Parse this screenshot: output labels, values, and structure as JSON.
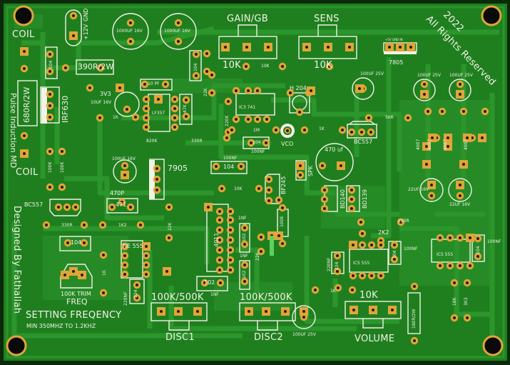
{
  "board": {
    "title": "Pulse Induction MD",
    "designer": "Designed By Fathallah",
    "copyright_year": "2022",
    "copyright": "All Rights Reserved",
    "colors": {
      "substrate": "#1f7f1f",
      "trace": "#2b962b",
      "pad": "#e0a53a",
      "silkscreen": "#f2f2e6",
      "border": "#0a2a0a"
    }
  },
  "connectors": {
    "coil_top": "COIL",
    "coil_bottom": "COIL",
    "gnd": "GND",
    "v12": "+12V",
    "vco": "VCO",
    "spk": "SPK"
  },
  "pots": {
    "gain": {
      "name": "GAIN/GB",
      "value": "10K"
    },
    "sens": {
      "name": "SENS",
      "value": "10K"
    },
    "disc1": {
      "name": "DISC1",
      "value": "100K/500K"
    },
    "disc2": {
      "name": "DISC2",
      "value": "100K/500K"
    },
    "volume": {
      "name": "VOLUME",
      "value": "10K"
    },
    "freq": {
      "name": "FREQ",
      "value": "100K TRIM"
    }
  },
  "notes": {
    "setting": "SETTING FREQENCY",
    "range": "MIN 350MHZ TO 1.2KHZ"
  },
  "components": {
    "r390": "390R/2W",
    "r680": "680R/2W",
    "irf630": "IRF630",
    "c104_a": "104",
    "zener": "3V3",
    "c10uf": "10UF 16V",
    "c10pf": "10 PF",
    "lf357": "LF357",
    "r1k_a": "1K",
    "c1000_a": "1000UF 16V",
    "c1000_b": "1000UF 16V",
    "c104_b": "104",
    "r22k_top": "22K",
    "r47k": "47K",
    "r10k_top": "10K",
    "ic3": "IC3   741",
    "h204": "H 204",
    "r820k": "820K",
    "r330r": "330R",
    "r220k": "220K",
    "r1m": "1M",
    "c104_c": "104",
    "c100nf_c": "100NF",
    "r1k_vco": "1K",
    "bc557_a": "BC557",
    "r5k6": "5K6",
    "reg7805": "7805",
    "reg7805_pins": "+5V GND IN",
    "c100uf_a": "100UF 25V",
    "c100uf_b": "100UF 25V",
    "c100uf_c": "100UF 25V",
    "d1": "4007",
    "d2": "4007",
    "d3": "4007",
    "d4": "4007",
    "c22uf_a": "22UF 16V",
    "c22uf_b": "22UF 16V",
    "c470uf": "470 uf",
    "bd140": "BD140",
    "bd139": "BD139",
    "r100k_l1": "100K",
    "r100k_l2": "100K",
    "c100uf_left": "100UF 16V",
    "reg7905": "7905",
    "c104_d": "104",
    "c100nf_d": "100NF",
    "r10k_mid": "10K",
    "bf245": "BF245",
    "bc557_b": "BC557",
    "c470p": "470P",
    "c471": "471",
    "r330r_b": "330R",
    "r1k2": "1K2",
    "r22k_mid": "22K",
    "ic4011": "4011",
    "c1nf_a": "1NF",
    "c102_a": "102",
    "c1nf_b": "1NF",
    "c102_b": "102",
    "r22k_v": "22K",
    "r100k_v": "100K",
    "c102_c": "102",
    "c1nf_c": "1NF",
    "c104_e": "104",
    "ne555": "NE 555",
    "r1k_b": "1K",
    "c220nf": "220NF",
    "c224": "224",
    "r220r": "220R",
    "r2k2": "2K2",
    "ic_555_b": "IC5  555",
    "c104_f": "104",
    "c100nf_f": "100NF",
    "c220nf_b": "220NF",
    "c224_b": "224",
    "r1k_c": "1K",
    "c100uf_bot": "100UF 25V",
    "r180r": "180R/2W",
    "ic_555_c": "IC5  555",
    "c104_g": "104",
    "c100nf_g": "100NF",
    "r18k": "18K",
    "r3k3": "3K3"
  }
}
